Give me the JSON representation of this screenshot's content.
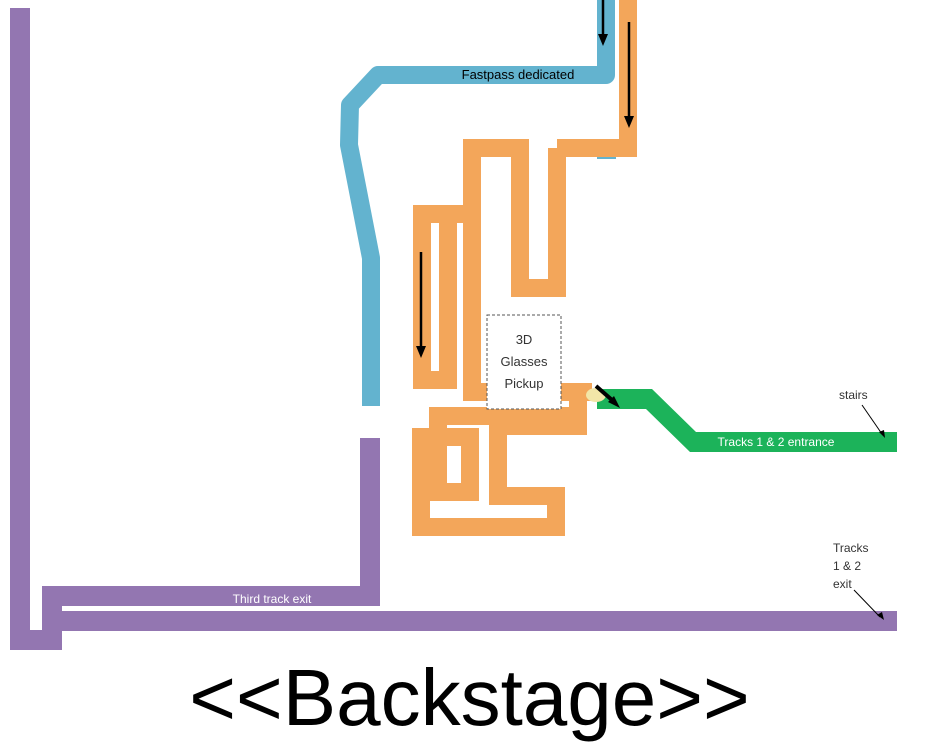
{
  "labels": {
    "fastpass": "Fastpass dedicated",
    "glasses_line1": "3D",
    "glasses_line2": "Glasses",
    "glasses_line3": "Pickup",
    "stairs": "stairs",
    "entrance": "Tracks 1 & 2 entrance",
    "exit_line1": "Tracks",
    "exit_line2": "1 & 2",
    "exit_line3": "exit",
    "third_exit": "Third track exit",
    "backstage": "<<Backstage>>"
  },
  "colors": {
    "purple": "#9376b1",
    "blue": "#63b3cf",
    "orange": "#f3a65a",
    "green": "#1cb35a"
  }
}
